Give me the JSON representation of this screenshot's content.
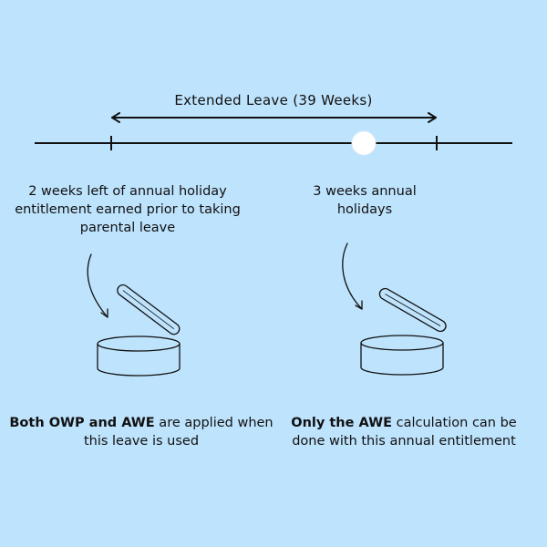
{
  "timeline": {
    "title": "Extended Leave (39 Weeks)"
  },
  "left_block": {
    "description": "2 weeks left of annual holiday entitlement earned prior to taking parental leave",
    "note_bold_1": "Both OWP and AWE",
    "note_rest_1": " are applied when this leave is used"
  },
  "right_block": {
    "description": "3 weeks annual holidays",
    "note_bold_1": "Only the AWE",
    "note_rest_1": " calculation can be done with this annual entitlement"
  },
  "colors": {
    "background": "#bee3fd",
    "stroke": "#111111",
    "marker_fill": "#ffffff"
  },
  "icons": [
    "curved-arrow-icon",
    "open-box-icon"
  ]
}
